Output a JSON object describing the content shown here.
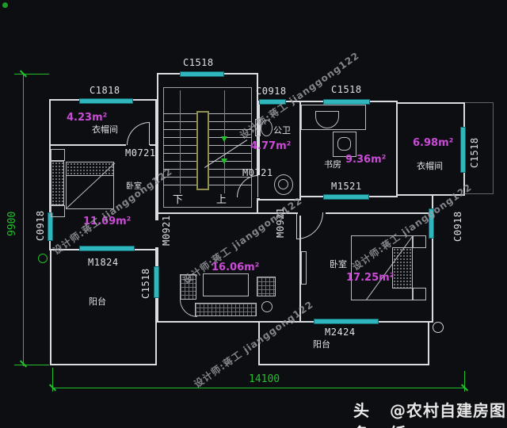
{
  "plan": {
    "type": "floor-plan",
    "colors": {
      "background": "#0d0e11",
      "wall": "#d9dde1",
      "window_teal": "#2fb7bd",
      "dimension_green": "#21c02b",
      "area_magenta": "#cb4bd8",
      "label_white": "#dde1e4",
      "stair_rail_olive": "#90904e"
    },
    "rooms": {
      "cloakroom_left": {
        "name": "衣帽间",
        "area": "4.23m²"
      },
      "bedroom_left": {
        "name": "卧室",
        "area": "11.69m²"
      },
      "bathroom": {
        "name": "公卫",
        "area": "4.77m²"
      },
      "study": {
        "name": "书房",
        "area": "9.36m²"
      },
      "cloakroom_right": {
        "name": "衣帽间",
        "area": "6.98m²"
      },
      "family_hall": {
        "area": "16.06m²"
      },
      "bedroom_right": {
        "name": "卧室",
        "area": "17.25m²"
      },
      "balcony_left": {
        "name": "阳台"
      },
      "balcony_right": {
        "name": "阳台"
      }
    },
    "stairs": {
      "down": "下",
      "up": "上"
    },
    "openings": {
      "c1518_top": "C1518",
      "c1818": "C1818",
      "c0918_top": "C0918",
      "c1518_top_right": "C1518",
      "c1518_right": "C1518",
      "c0918_right": "C0918",
      "c0918_left": "C0918",
      "c1518_balcony": "C1518",
      "m0721_cloak": "M0721",
      "m0721_bath": "M0721",
      "m1521": "M1521",
      "m1824": "M1824",
      "m2424": "M2424",
      "m0921_hall": "M0921",
      "m0921_bedroom": "M0921"
    },
    "dimensions": {
      "total_height": "9900",
      "total_width": "14100"
    }
  },
  "watermark": {
    "text": "设计师:蒋工 jianggong122"
  },
  "badge": {
    "brand": "头条",
    "account": "@农村自建房图纸"
  }
}
